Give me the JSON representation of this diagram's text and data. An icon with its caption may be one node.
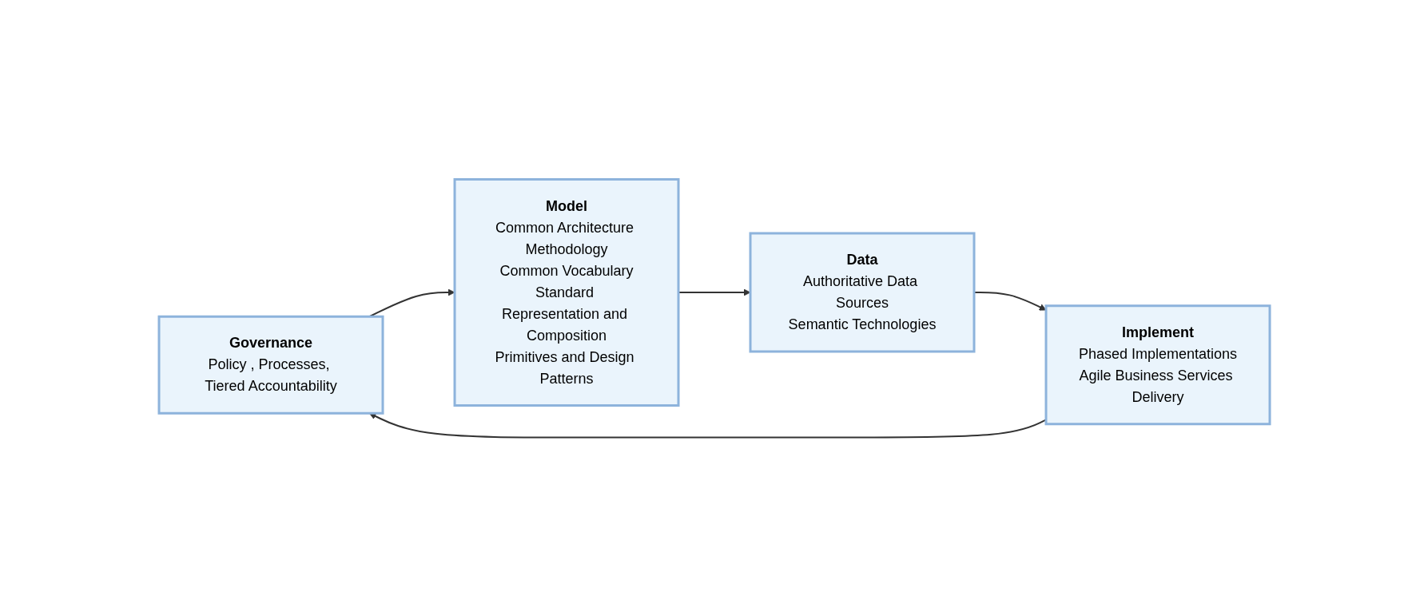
{
  "diagram": {
    "nodes": [
      {
        "text": [
          "Governance",
          "Policy , Processes, Tiered Accountability"
        ]
      },
      {
        "text": [
          "Model",
          "Common Architecture Methodology",
          "Common Vocabulary",
          "Standard Representation and Composition",
          "Primitives and Design Patterns"
        ]
      },
      {
        "text": [
          "Data",
          "Authoritative Data Sources",
          "Semantic Technologies"
        ]
      },
      {
        "text": [
          "Implement",
          "Phased Implementations",
          "Agile Business Services Delivery"
        ]
      }
    ],
    "edges": [
      {
        "from": 0,
        "to": 1,
        "arrow": "to"
      },
      {
        "from": 1,
        "to": 2,
        "arrow": "to"
      },
      {
        "from": 2,
        "to": 3,
        "arrow": "to"
      },
      {
        "from": 3,
        "to": 0,
        "arrow": "to"
      }
    ]
  }
}
